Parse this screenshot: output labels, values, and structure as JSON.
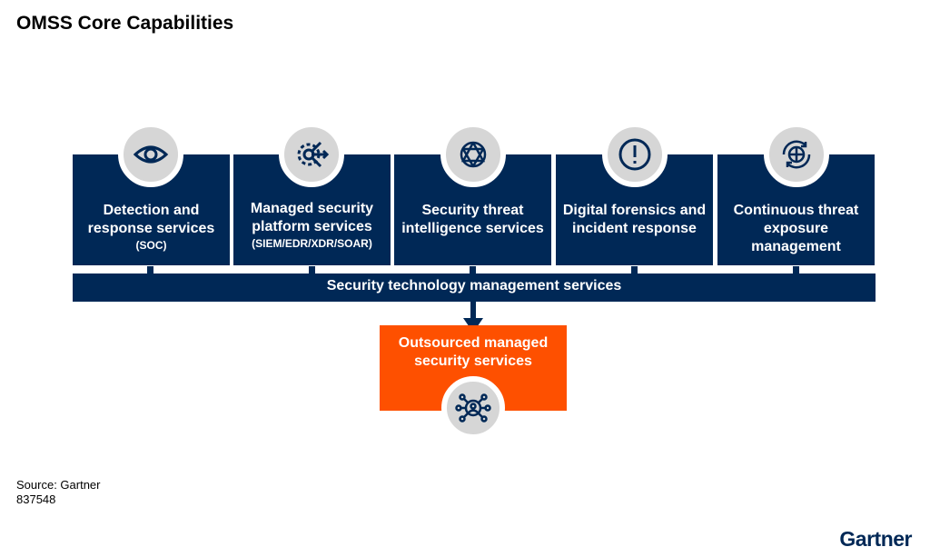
{
  "title": "OMSS Core Capabilities",
  "capabilities": [
    {
      "label": "Detection and response services",
      "sub": "(SOC)",
      "icon": "eye-icon"
    },
    {
      "label": "Managed security platform services",
      "sub": "(SIEM/EDR/XDR/SOAR)",
      "icon": "gear-arrows-icon"
    },
    {
      "label": "Security threat intelligence services",
      "sub": "",
      "icon": "network-globe-icon"
    },
    {
      "label": "Digital forensics and incident response",
      "sub": "",
      "icon": "alert-icon"
    },
    {
      "label": "Continuous threat exposure management",
      "sub": "",
      "icon": "globe-cycle-icon"
    }
  ],
  "bar": "Security technology management services",
  "outcome": "Outsourced managed security services",
  "source": "Source: Gartner",
  "id": "837548",
  "logo": "Gartner",
  "colors": {
    "navy": "#002856",
    "orange": "#fe5000",
    "circle": "#d6d6d6"
  }
}
